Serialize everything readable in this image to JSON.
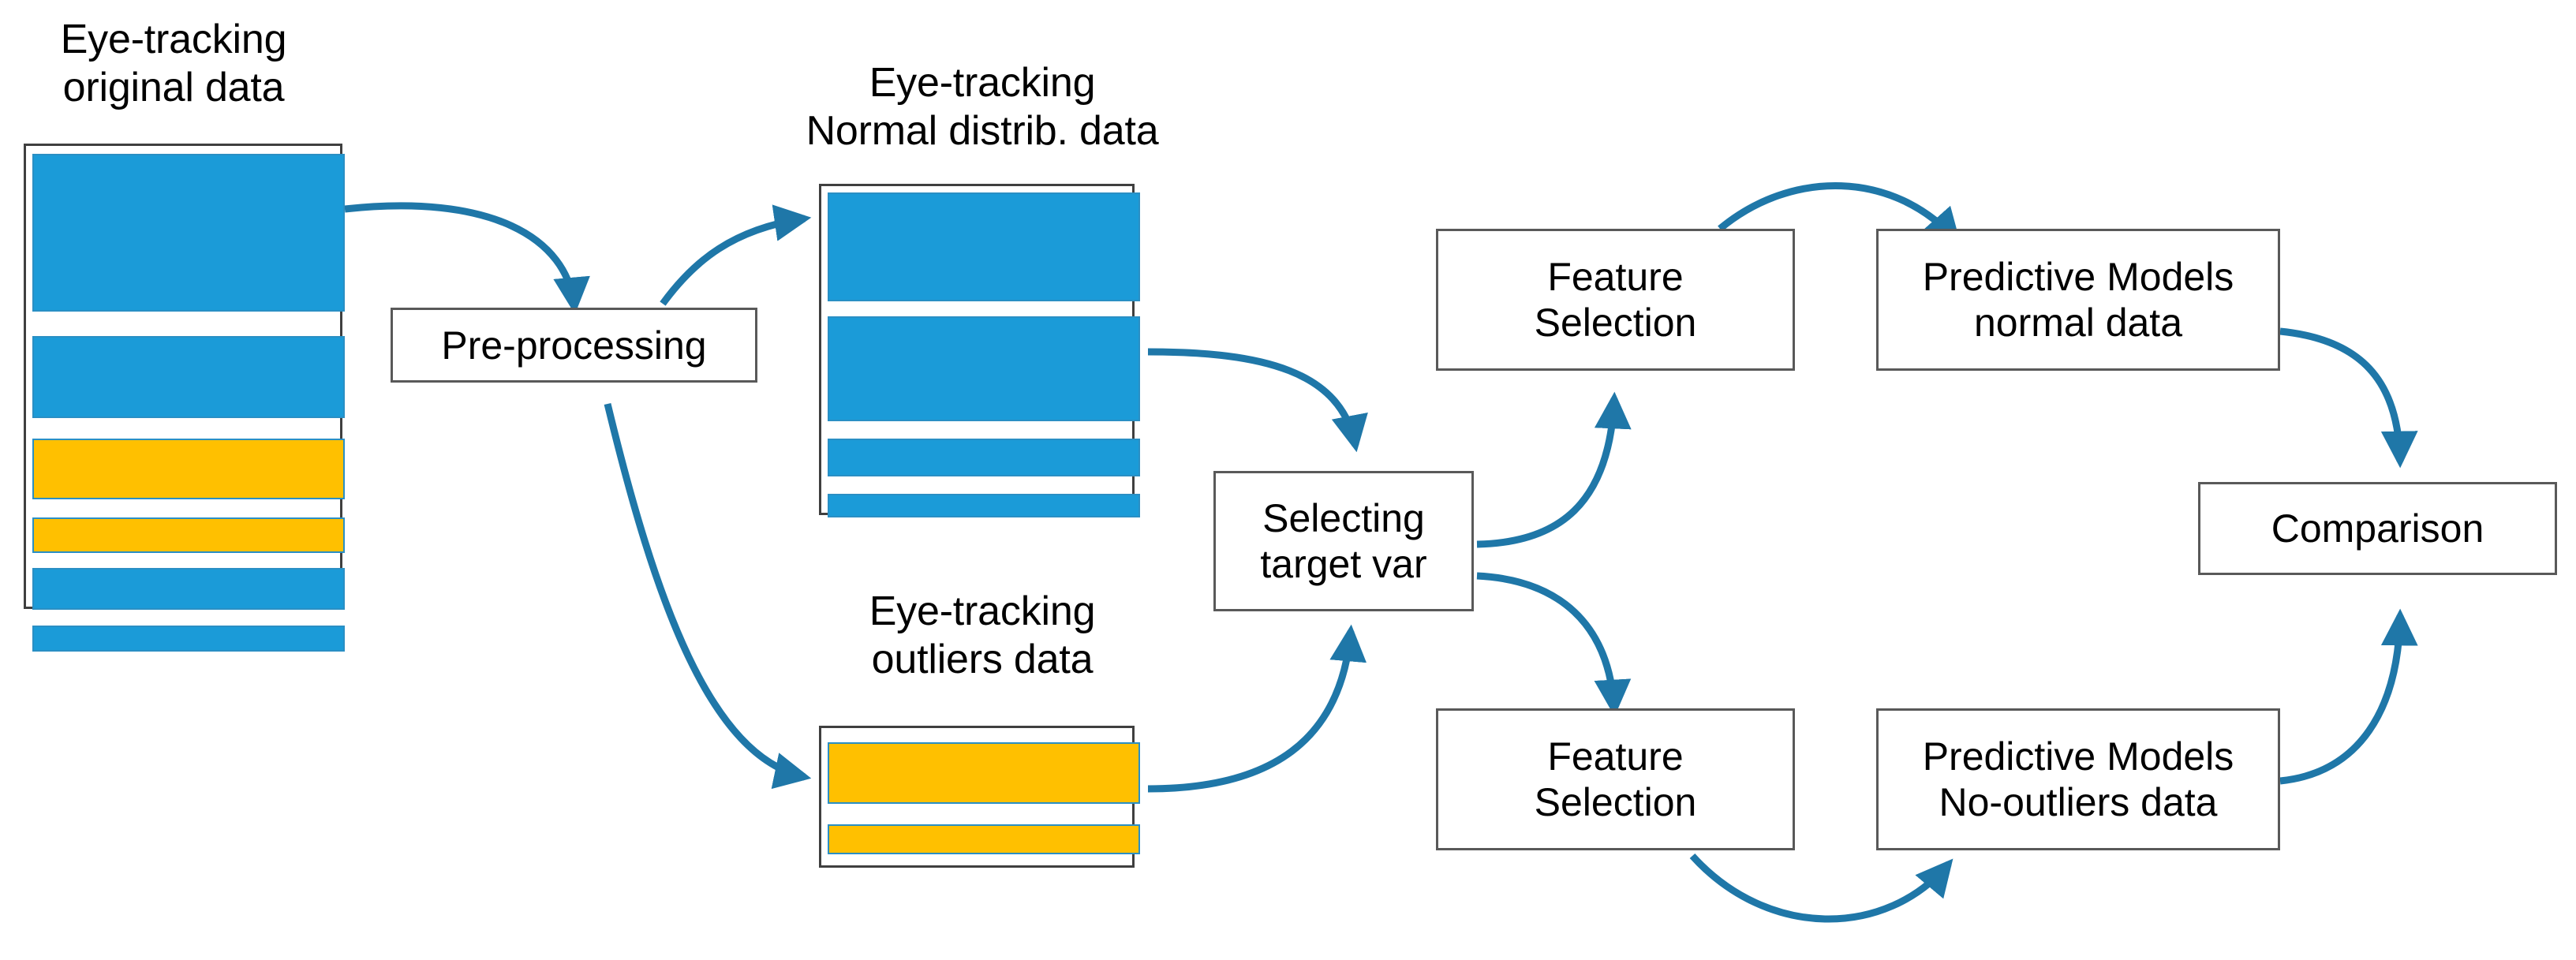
{
  "diagram": {
    "title": "Eye-tracking data analysis pipeline",
    "colors": {
      "data_blue": "#1B9BD8",
      "data_gold": "#FFC000",
      "arrow_blue": "#1F77A8",
      "box_border": "#595959",
      "stack_border": "#3F3F3F",
      "background": "#FFFFFF",
      "text": "#000000"
    },
    "stacks": [
      {
        "id": "original",
        "label": "Eye-tracking\noriginal data",
        "bands": [
          {
            "color": "blue",
            "height_pct": 34.0
          },
          {
            "color": "blue",
            "height_pct": 17.5
          },
          {
            "color": "gold",
            "height_pct": 13.0
          },
          {
            "color": "gold",
            "height_pct": 7.5
          },
          {
            "color": "blue",
            "height_pct": 9.0
          },
          {
            "color": "blue",
            "height_pct": 5.5
          }
        ]
      },
      {
        "id": "normal",
        "label": "Eye-tracking\nNormal distrib. data",
        "bands": [
          {
            "color": "blue",
            "height_pct": 33.0
          },
          {
            "color": "blue",
            "height_pct": 33.0
          },
          {
            "color": "blue",
            "height_pct": 11.0
          },
          {
            "color": "blue",
            "height_pct": 7.0
          }
        ]
      },
      {
        "id": "outliers",
        "label": "Eye-tracking\noutliers data",
        "bands": [
          {
            "color": "gold",
            "height_pct": 45.0
          },
          {
            "color": "gold",
            "height_pct": 20.0
          }
        ]
      }
    ],
    "nodes": [
      {
        "id": "pre-processing",
        "label": "Pre-processing"
      },
      {
        "id": "selecting-target-var",
        "label": "Selecting\ntarget var"
      },
      {
        "id": "feature-selection-top",
        "label": "Feature\nSelection"
      },
      {
        "id": "predictive-models-normal",
        "label": "Predictive Models\nnormal data"
      },
      {
        "id": "feature-selection-bottom",
        "label": "Feature\nSelection"
      },
      {
        "id": "predictive-models-no-outliers",
        "label": "Predictive Models\nNo-outliers data"
      },
      {
        "id": "comparison",
        "label": "Comparison"
      }
    ],
    "edges": [
      {
        "from": "original",
        "to": "pre-processing"
      },
      {
        "from": "pre-processing",
        "to": "normal"
      },
      {
        "from": "pre-processing",
        "to": "outliers"
      },
      {
        "from": "normal",
        "to": "selecting-target-var"
      },
      {
        "from": "outliers",
        "to": "selecting-target-var"
      },
      {
        "from": "selecting-target-var",
        "to": "feature-selection-top"
      },
      {
        "from": "selecting-target-var",
        "to": "feature-selection-bottom"
      },
      {
        "from": "feature-selection-top",
        "to": "predictive-models-normal"
      },
      {
        "from": "feature-selection-bottom",
        "to": "predictive-models-no-outliers"
      },
      {
        "from": "predictive-models-normal",
        "to": "comparison"
      },
      {
        "from": "predictive-models-no-outliers",
        "to": "comparison"
      }
    ]
  }
}
